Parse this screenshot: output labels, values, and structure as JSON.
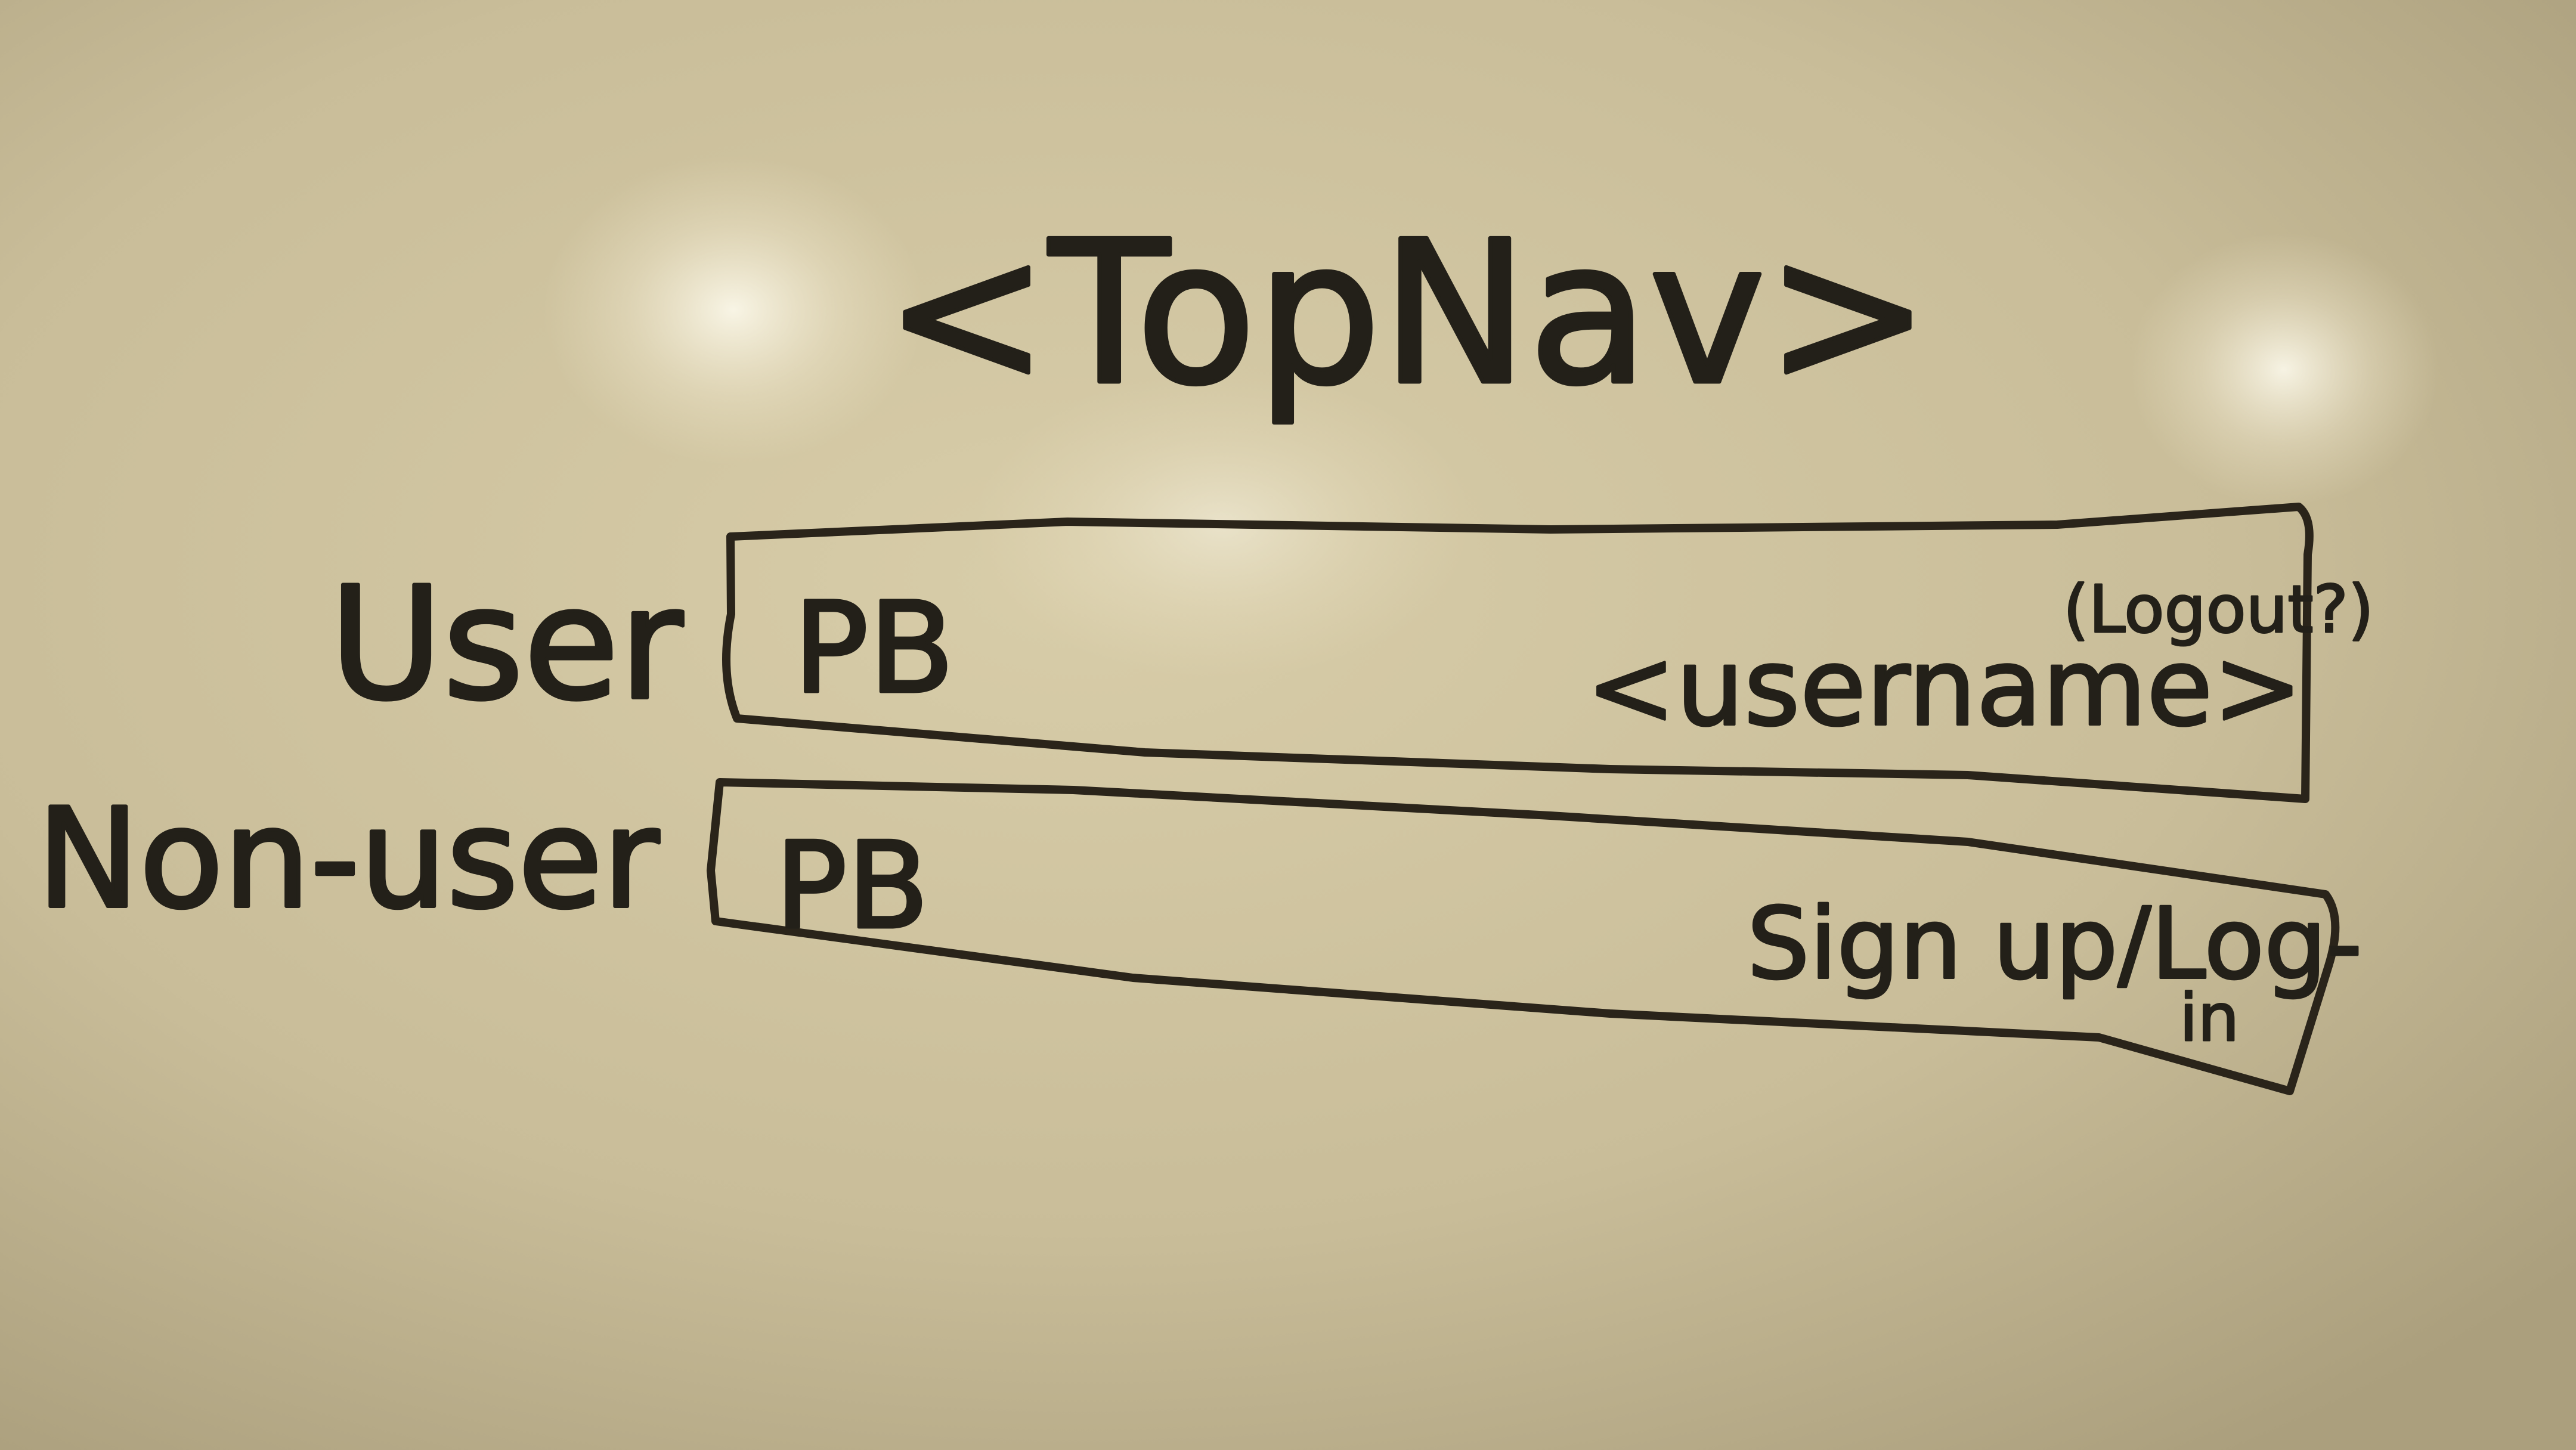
{
  "diagram": {
    "title": "<TopNav>",
    "rows": [
      {
        "label": "User",
        "logo": "PB",
        "right_text": "<username>",
        "note": "(Logout?)"
      },
      {
        "label": "Non-user",
        "logo": "PB",
        "right_text": "Sign up/Log-",
        "right_text_cont": "in"
      }
    ]
  },
  "colors": {
    "whiteboard": "#cfc3a0",
    "marker": "#232019",
    "marker_brown": "#4a3a25"
  }
}
